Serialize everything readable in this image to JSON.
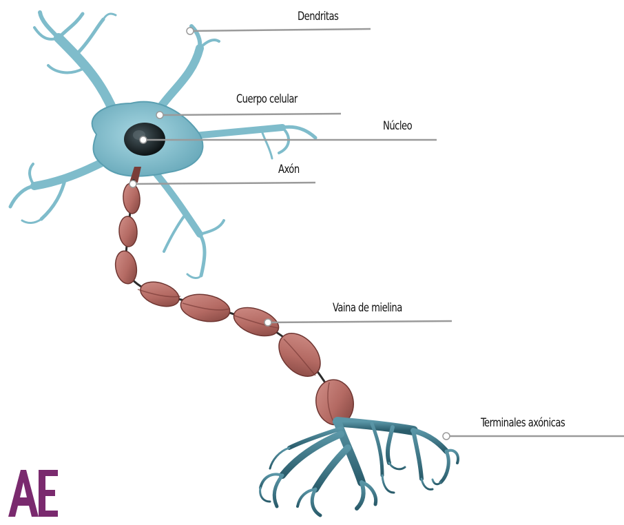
{
  "labels": {
    "dendrites": "Dendritas",
    "cell_body": "Cuerpo celular",
    "nucleus": "Núcleo",
    "axon": "Axón",
    "myelin_sheath": "Vaina de mielina",
    "axon_terminals": "Terminales axónicas"
  },
  "logo": {
    "text": "AE",
    "color": "#7a2a6e"
  },
  "colors": {
    "cell": "#8ec5d3",
    "cell_dark": "#5a9fb1",
    "nucleus": "#1f2a2e",
    "myelin": "#b46a63",
    "myelin_dark": "#7a3c38",
    "terminals": "#3b7384",
    "leader": "#9a9a9a"
  }
}
